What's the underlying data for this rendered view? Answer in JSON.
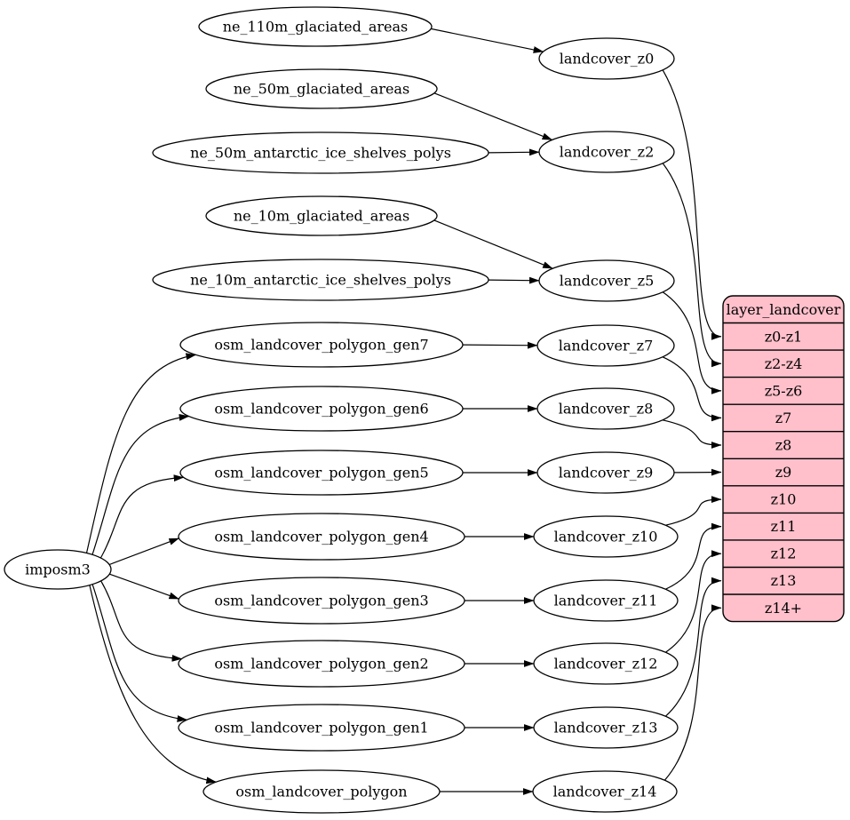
{
  "diagram": {
    "type": "dependency-graph",
    "colors": {
      "background": "#ffffff",
      "node_fill": "#ffffff",
      "node_stroke": "#000000",
      "edge": "#000000",
      "record_fill": "#ffc0cb",
      "record_stroke": "#000000",
      "text": "#000000"
    },
    "nodes": [
      {
        "id": "imposm3",
        "label": "imposm3"
      },
      {
        "id": "ne_110m_glaciated_areas",
        "label": "ne_110m_glaciated_areas"
      },
      {
        "id": "ne_50m_glaciated_areas",
        "label": "ne_50m_glaciated_areas"
      },
      {
        "id": "ne_50m_antarctic_ice_shelves_polys",
        "label": "ne_50m_antarctic_ice_shelves_polys"
      },
      {
        "id": "ne_10m_glaciated_areas",
        "label": "ne_10m_glaciated_areas"
      },
      {
        "id": "ne_10m_antarctic_ice_shelves_polys",
        "label": "ne_10m_antarctic_ice_shelves_polys"
      },
      {
        "id": "osm_landcover_polygon_gen7",
        "label": "osm_landcover_polygon_gen7"
      },
      {
        "id": "osm_landcover_polygon_gen6",
        "label": "osm_landcover_polygon_gen6"
      },
      {
        "id": "osm_landcover_polygon_gen5",
        "label": "osm_landcover_polygon_gen5"
      },
      {
        "id": "osm_landcover_polygon_gen4",
        "label": "osm_landcover_polygon_gen4"
      },
      {
        "id": "osm_landcover_polygon_gen3",
        "label": "osm_landcover_polygon_gen3"
      },
      {
        "id": "osm_landcover_polygon_gen2",
        "label": "osm_landcover_polygon_gen2"
      },
      {
        "id": "osm_landcover_polygon_gen1",
        "label": "osm_landcover_polygon_gen1"
      },
      {
        "id": "osm_landcover_polygon",
        "label": "osm_landcover_polygon"
      },
      {
        "id": "landcover_z0",
        "label": "landcover_z0"
      },
      {
        "id": "landcover_z2",
        "label": "landcover_z2"
      },
      {
        "id": "landcover_z5",
        "label": "landcover_z5"
      },
      {
        "id": "landcover_z7",
        "label": "landcover_z7"
      },
      {
        "id": "landcover_z8",
        "label": "landcover_z8"
      },
      {
        "id": "landcover_z9",
        "label": "landcover_z9"
      },
      {
        "id": "landcover_z10",
        "label": "landcover_z10"
      },
      {
        "id": "landcover_z11",
        "label": "landcover_z11"
      },
      {
        "id": "landcover_z12",
        "label": "landcover_z12"
      },
      {
        "id": "landcover_z13",
        "label": "landcover_z13"
      },
      {
        "id": "landcover_z14",
        "label": "landcover_z14"
      }
    ],
    "record": {
      "id": "layer_landcover",
      "title": "layer_landcover",
      "rows": [
        "z0-z1",
        "z2-z4",
        "z5-z6",
        "z7",
        "z8",
        "z9",
        "z10",
        "z11",
        "z12",
        "z13",
        "z14+"
      ]
    },
    "edges": [
      [
        "ne_110m_glaciated_areas",
        "landcover_z0"
      ],
      [
        "ne_50m_glaciated_areas",
        "landcover_z2"
      ],
      [
        "ne_50m_antarctic_ice_shelves_polys",
        "landcover_z2"
      ],
      [
        "ne_10m_glaciated_areas",
        "landcover_z5"
      ],
      [
        "ne_10m_antarctic_ice_shelves_polys",
        "landcover_z5"
      ],
      [
        "osm_landcover_polygon_gen7",
        "landcover_z7"
      ],
      [
        "osm_landcover_polygon_gen6",
        "landcover_z8"
      ],
      [
        "osm_landcover_polygon_gen5",
        "landcover_z9"
      ],
      [
        "osm_landcover_polygon_gen4",
        "landcover_z10"
      ],
      [
        "osm_landcover_polygon_gen3",
        "landcover_z11"
      ],
      [
        "osm_landcover_polygon_gen2",
        "landcover_z12"
      ],
      [
        "osm_landcover_polygon_gen1",
        "landcover_z13"
      ],
      [
        "osm_landcover_polygon",
        "landcover_z14"
      ],
      [
        "imposm3",
        "osm_landcover_polygon_gen7"
      ],
      [
        "imposm3",
        "osm_landcover_polygon_gen6"
      ],
      [
        "imposm3",
        "osm_landcover_polygon_gen5"
      ],
      [
        "imposm3",
        "osm_landcover_polygon_gen4"
      ],
      [
        "imposm3",
        "osm_landcover_polygon_gen3"
      ],
      [
        "imposm3",
        "osm_landcover_polygon_gen2"
      ],
      [
        "imposm3",
        "osm_landcover_polygon_gen1"
      ],
      [
        "imposm3",
        "osm_landcover_polygon"
      ],
      [
        "landcover_z0",
        "row:z0-z1"
      ],
      [
        "landcover_z2",
        "row:z2-z4"
      ],
      [
        "landcover_z5",
        "row:z5-z6"
      ],
      [
        "landcover_z7",
        "row:z7"
      ],
      [
        "landcover_z8",
        "row:z8"
      ],
      [
        "landcover_z9",
        "row:z9"
      ],
      [
        "landcover_z10",
        "row:z10"
      ],
      [
        "landcover_z11",
        "row:z11"
      ],
      [
        "landcover_z12",
        "row:z12"
      ],
      [
        "landcover_z13",
        "row:z13"
      ],
      [
        "landcover_z14",
        "row:z14+"
      ]
    ]
  }
}
